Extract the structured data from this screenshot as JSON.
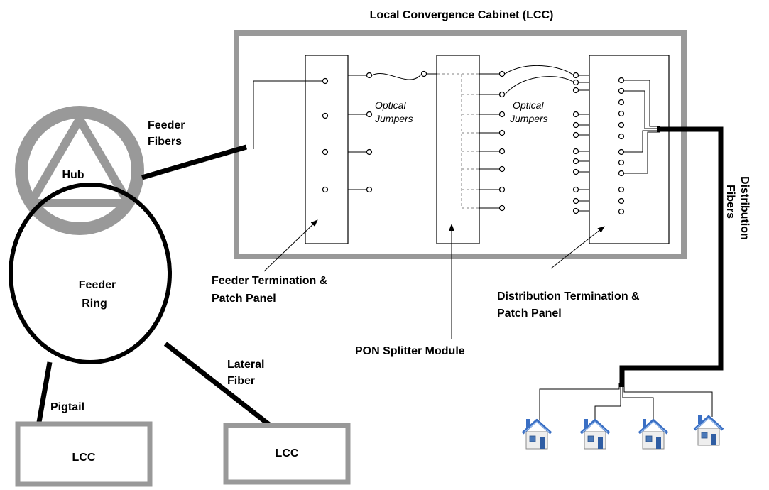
{
  "labels": {
    "lcc_title": "Local Convergence Cabinet (LCC)",
    "hub": "Hub",
    "feeder_fibers_1": "Feeder",
    "feeder_fibers_2": "Fibers",
    "feeder_ring_1": "Feeder",
    "feeder_ring_2": "Ring",
    "optical_jumpers_a_1": "Optical",
    "optical_jumpers_a_2": "Jumpers",
    "optical_jumpers_b_1": "Optical",
    "optical_jumpers_b_2": "Jumpers",
    "feeder_panel_1": "Feeder Termination &",
    "feeder_panel_2": "Patch Panel",
    "distribution_panel_1": "Distribution Termination &",
    "distribution_panel_2": "Patch Panel",
    "pon_splitter": "PON Splitter Module",
    "distribution_fibers_1": "Distribution",
    "distribution_fibers_2": "Fibers",
    "lateral_fiber_1": "Lateral",
    "lateral_fiber_2": "Fiber",
    "pigtail": "Pigtail",
    "lcc_left": "LCC",
    "lcc_right": "LCC"
  },
  "icons": {
    "house": "house-icon"
  },
  "colors": {
    "cabinet_border": "#999999",
    "hub_ring": "#999999",
    "house_roof": "#3a6fc4",
    "fiber": "#000000"
  }
}
